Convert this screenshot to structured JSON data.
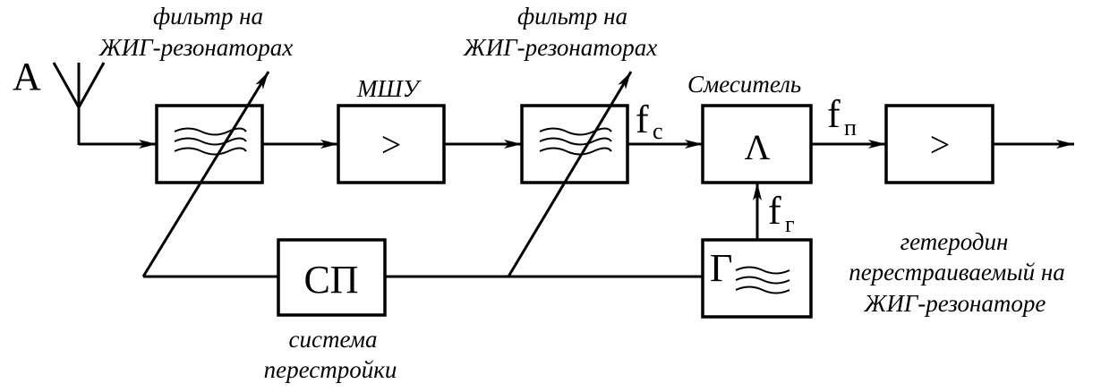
{
  "labels": {
    "filter1_line1": "фильтр на",
    "filter1_line2": "ЖИГ-резонаторах",
    "filter2_line1": "фильтр на",
    "filter2_line2": "ЖИГ-резонаторах",
    "lna": "МШУ",
    "mixer": "Смеситель",
    "antenna": "А",
    "sp_box": "СП",
    "sp_line1": "система",
    "sp_line2": "перестройки",
    "osc_box": "Г",
    "osc_line1": "гетеродин",
    "osc_line2": "перестраиваемый на",
    "osc_line3": "ЖИГ-резонаторе",
    "fc_main": "f",
    "fc_sub": "с",
    "fp_main": "f",
    "fp_sub": "п",
    "fg_main": "f",
    "fg_sub": "г",
    "amp1_symbol": ">",
    "amp2_symbol": ">",
    "mixer_symbol": "Λ"
  }
}
